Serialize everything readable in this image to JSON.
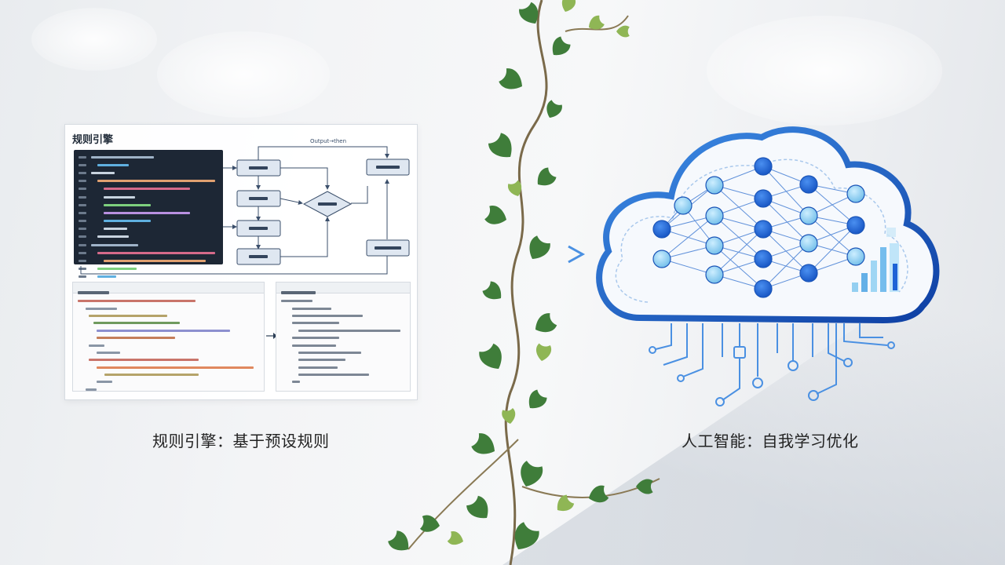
{
  "left": {
    "panel_title": "规则引擎",
    "caption": "规则引擎：基于预设规则",
    "flow_top_label": "Output→then"
  },
  "right": {
    "caption": "人工智能：自我学习优化"
  },
  "colors": {
    "code_bg": "#1d2735",
    "flow_box": "#dfe7f1",
    "flow_stroke": "#3b4f6b",
    "cloud_blue": "#1f5fc4",
    "node_dark": "#1e63d6",
    "node_light": "#9ed3f2",
    "arrow": "#4a90e2"
  }
}
